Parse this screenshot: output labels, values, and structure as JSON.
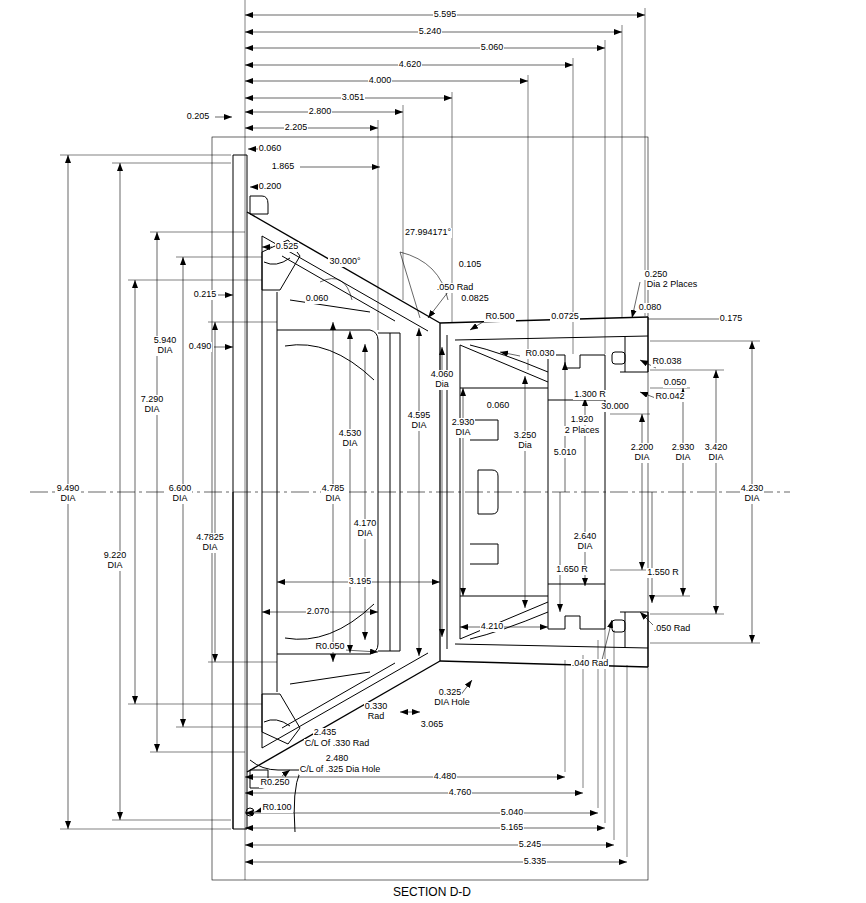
{
  "diagram": {
    "caption": "SECTION D-D",
    "labels": [
      "5.595",
      "5.240",
      "5.060",
      "4.620",
      "4.000",
      "3.051",
      "2.800",
      "0.205",
      "2.205",
      "0.060",
      "1.865",
      "0.200",
      "27.994171°",
      "0.525",
      "30.000°",
      "0.105",
      "0.250",
      "Dia 2 Places",
      ".050 Rad",
      "0.215",
      "0.060",
      "0.0825",
      "0.080",
      "R0.500",
      "0.0725",
      "0.175",
      "5.940 DIA",
      "0.490",
      "R0.030",
      "R0.038",
      "4.060 Dia",
      "0.050",
      "1.300 R",
      "R0.042",
      "7.290 DIA",
      "0.060",
      "30.000",
      "4.595 DIA",
      "1.920",
      "2 Places",
      "2.930 DIA",
      "4.530 DIA",
      "3.250 Dia",
      "2.200 DIA",
      "2.930 DIA",
      "3.420 DIA",
      "5.010",
      "9.490 DIA",
      "6.600 DIA",
      "4.785 DIA",
      "4.230 DIA",
      "4.170 DIA",
      "4.7825 DIA",
      "2.640 DIA",
      "9.220 DIA",
      "1.650 R",
      "1.550 R",
      "3.195",
      "2.070",
      "4.210",
      ".050 Rad",
      "R0.050",
      ".040 Rad",
      "0.325",
      "DIA Hole",
      "0.330 Rad",
      "3.065",
      "2.435",
      "C/L Of .330 Rad",
      "2.480",
      "C/L of .325 Dia Hole",
      "4.480",
      "R0.250",
      "4.760",
      "R0.100",
      "5.040",
      "5.165",
      "5.245",
      "5.335"
    ]
  }
}
